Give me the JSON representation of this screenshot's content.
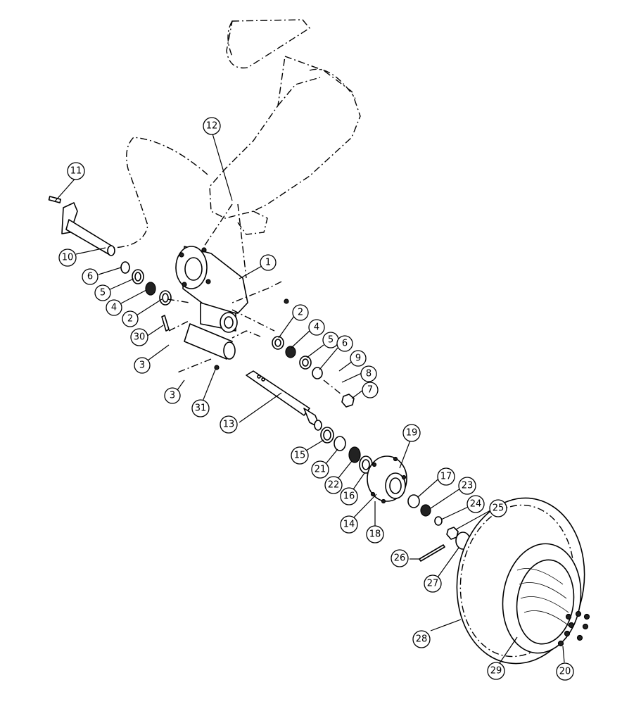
{
  "diagram": {
    "background": "#ffffff",
    "line_color": "#000000",
    "callouts": [
      {
        "id": "c1",
        "label": "1"
      },
      {
        "id": "c2a",
        "label": "2"
      },
      {
        "id": "c2b",
        "label": "2"
      },
      {
        "id": "c3a",
        "label": "3"
      },
      {
        "id": "c3b",
        "label": "3"
      },
      {
        "id": "c4a",
        "label": "4"
      },
      {
        "id": "c4b",
        "label": "4"
      },
      {
        "id": "c5a",
        "label": "5"
      },
      {
        "id": "c5b",
        "label": "5"
      },
      {
        "id": "c6a",
        "label": "6"
      },
      {
        "id": "c6b",
        "label": "6"
      },
      {
        "id": "c7",
        "label": "7"
      },
      {
        "id": "c8",
        "label": "8"
      },
      {
        "id": "c9",
        "label": "9"
      },
      {
        "id": "c10",
        "label": "10"
      },
      {
        "id": "c11",
        "label": "11"
      },
      {
        "id": "c12",
        "label": "12"
      },
      {
        "id": "c13",
        "label": "13"
      },
      {
        "id": "c14",
        "label": "14"
      },
      {
        "id": "c15",
        "label": "15"
      },
      {
        "id": "c16",
        "label": "16"
      },
      {
        "id": "c17",
        "label": "17"
      },
      {
        "id": "c18",
        "label": "18"
      },
      {
        "id": "c19",
        "label": "19"
      },
      {
        "id": "c20",
        "label": "20"
      },
      {
        "id": "c21",
        "label": "21"
      },
      {
        "id": "c22",
        "label": "22"
      },
      {
        "id": "c23",
        "label": "23"
      },
      {
        "id": "c24",
        "label": "24"
      },
      {
        "id": "c25",
        "label": "25"
      },
      {
        "id": "c26",
        "label": "26"
      },
      {
        "id": "c27",
        "label": "27"
      },
      {
        "id": "c28",
        "label": "28"
      },
      {
        "id": "c29",
        "label": "29"
      },
      {
        "id": "c30",
        "label": "30"
      },
      {
        "id": "c31",
        "label": "31"
      }
    ]
  }
}
